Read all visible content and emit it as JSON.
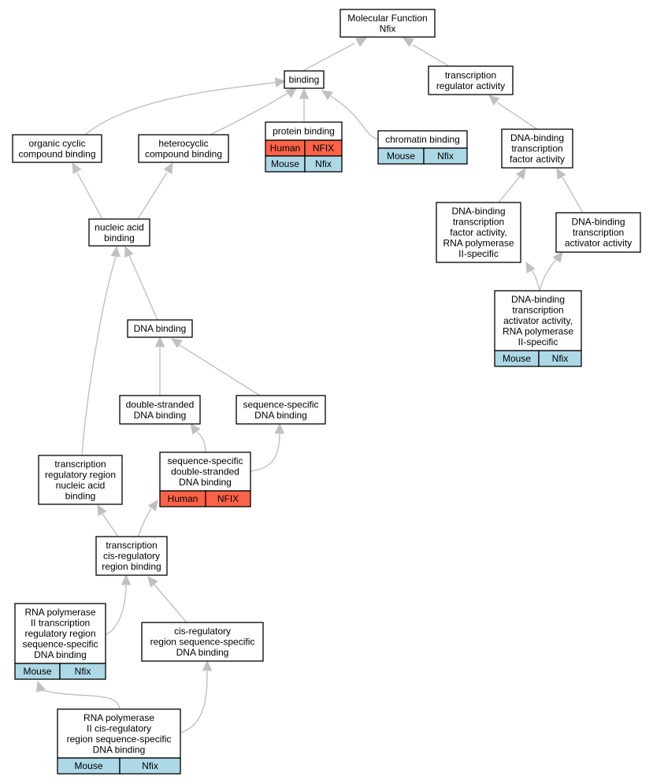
{
  "colors": {
    "human": "#ff6347",
    "mouse": "#add8e6",
    "edge": "#c0c0c0",
    "border": "#000000"
  },
  "nodes": {
    "mf": {
      "lines": [
        "Molecular Function",
        "Nfix"
      ]
    },
    "binding": {
      "lines": [
        "binding"
      ]
    },
    "tra": {
      "lines": [
        "transcription",
        "regulator activity"
      ]
    },
    "protein": {
      "lines": [
        "protein binding"
      ],
      "rows": [
        [
          "Human",
          "NFIX"
        ],
        [
          "Mouse",
          "Nfix"
        ]
      ]
    },
    "chromatin": {
      "lines": [
        "chromatin binding"
      ],
      "rows": [
        [
          "Mouse",
          "Nfix"
        ]
      ]
    },
    "occb": {
      "lines": [
        "organic cyclic",
        "compound binding"
      ]
    },
    "hcb": {
      "lines": [
        "heterocyclic",
        "compound binding"
      ]
    },
    "dbtfa": {
      "lines": [
        "DNA-binding",
        "transcription",
        "factor activity"
      ]
    },
    "dbtfa_rna": {
      "lines": [
        "DNA-binding",
        "transcription",
        "factor activity,",
        "RNA polymerase",
        "II-specific"
      ]
    },
    "dbtaa": {
      "lines": [
        "DNA-binding",
        "transcription",
        "activator activity"
      ]
    },
    "dbtaa_rna": {
      "lines": [
        "DNA-binding",
        "transcription",
        "activator activity,",
        "RNA polymerase",
        "II-specific"
      ],
      "rows": [
        [
          "Mouse",
          "Nfix"
        ]
      ]
    },
    "nab": {
      "lines": [
        "nucleic acid",
        "binding"
      ]
    },
    "dna": {
      "lines": [
        "DNA binding"
      ]
    },
    "dsdna": {
      "lines": [
        "double-stranded",
        "DNA binding"
      ]
    },
    "ssdna": {
      "lines": [
        "sequence-specific",
        "DNA binding"
      ]
    },
    "ssds": {
      "lines": [
        "sequence-specific",
        "double-stranded",
        "DNA binding"
      ],
      "rows": [
        [
          "Human",
          "NFIX"
        ]
      ]
    },
    "trrnab": {
      "lines": [
        "transcription",
        "regulatory region",
        "nucleic acid",
        "binding"
      ]
    },
    "tcrrb": {
      "lines": [
        "transcription",
        "cis-regulatory",
        "region binding"
      ]
    },
    "rnap_trr": {
      "lines": [
        "RNA polymerase",
        "II transcription",
        "regulatory region",
        "sequence-specific",
        "DNA binding"
      ],
      "rows": [
        [
          "Mouse",
          "Nfix"
        ]
      ]
    },
    "crrssdb": {
      "lines": [
        "cis-regulatory",
        "region sequence-specific",
        "DNA binding"
      ]
    },
    "rnap_crr": {
      "lines": [
        "RNA polymerase",
        "II cis-regulatory",
        "region sequence-specific",
        "DNA binding"
      ],
      "rows": [
        [
          "Mouse",
          "Nfix"
        ]
      ]
    }
  }
}
